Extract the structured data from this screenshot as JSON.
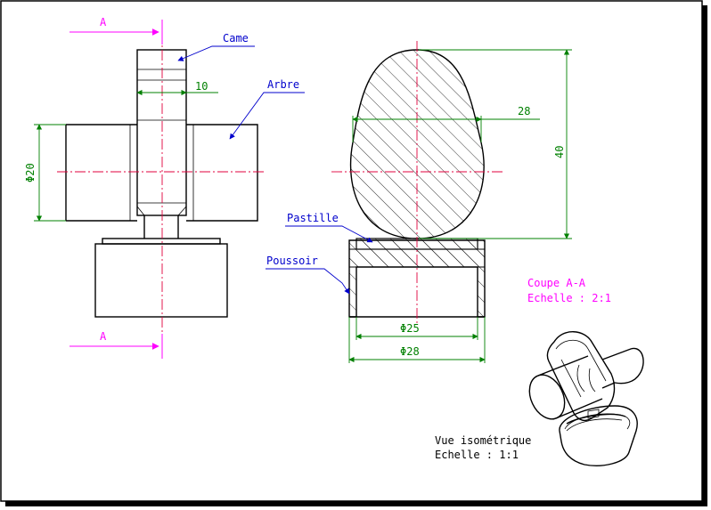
{
  "section_marks": {
    "top": "A",
    "bottom": "A"
  },
  "labels": {
    "came": "Came",
    "arbre": "Arbre",
    "pastille": "Pastille",
    "poussoir": "Poussoir"
  },
  "dimensions": {
    "shaft_width": "10",
    "shaft_diameter": "Φ20",
    "cam_width": "28",
    "cam_height": "40",
    "pusher_inner_diameter": "Φ25",
    "pusher_outer_diameter": "Φ28"
  },
  "section_view": {
    "title": "Coupe A-A",
    "scale": "Echelle :  2:1"
  },
  "iso_view": {
    "title": "Vue isométrique",
    "scale": "Echelle :  1:1"
  },
  "colors": {
    "outline": "#000000",
    "axis": "#e0003c",
    "dimension": "#008000",
    "leader": "#0000cc",
    "section_mark": "#ff00ff"
  }
}
